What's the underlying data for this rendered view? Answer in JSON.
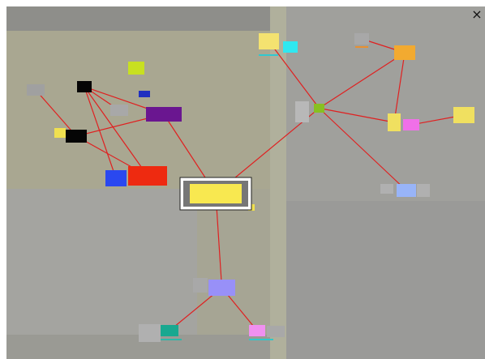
{
  "window": {
    "close_label": "×"
  },
  "graph": {
    "edge_color": "#e02020",
    "selection_color": "#ffffff",
    "nodes": [
      {
        "id": "n1",
        "name": "gray-node-left",
        "color": "#a0a0a0"
      },
      {
        "id": "n2",
        "name": "black-node-top",
        "color": "#050505"
      },
      {
        "id": "n3",
        "name": "lime-node",
        "color": "#c8e020"
      },
      {
        "id": "n4",
        "name": "small-blue-node",
        "color": "#2030c0"
      },
      {
        "id": "n5",
        "name": "gray-node-center-left",
        "color": "#a8a8a8"
      },
      {
        "id": "n6",
        "name": "purple-node",
        "color": "#6a1690"
      },
      {
        "id": "n7",
        "name": "yellow-tag-left",
        "color": "#f0e050"
      },
      {
        "id": "n8",
        "name": "black-node-mid",
        "color": "#050505"
      },
      {
        "id": "n9",
        "name": "blue-node",
        "color": "#2a48f0"
      },
      {
        "id": "n10",
        "name": "red-node",
        "color": "#ee2a10"
      },
      {
        "id": "n11",
        "name": "selected-yellow-node",
        "color": "#f8e850"
      },
      {
        "id": "n12",
        "name": "yellow-node-top",
        "color": "#f4e270"
      },
      {
        "id": "n13",
        "name": "cyan-node",
        "color": "#30e8f0"
      },
      {
        "id": "n14",
        "name": "gray-node-top-right",
        "color": "#a8a8a8"
      },
      {
        "id": "n15",
        "name": "orange-node",
        "color": "#f2aa30"
      },
      {
        "id": "n16",
        "name": "gray-hub-node",
        "color": "#b8b8b8"
      },
      {
        "id": "n17",
        "name": "green-hub-node",
        "color": "#88c020"
      },
      {
        "id": "n18",
        "name": "yellow-node-right",
        "color": "#f0e060"
      },
      {
        "id": "n19",
        "name": "magenta-node",
        "color": "#f070e8"
      },
      {
        "id": "n20",
        "name": "yellow-node-far-right",
        "color": "#f0e060"
      },
      {
        "id": "n21",
        "name": "light-blue-node",
        "color": "#98b4f8"
      },
      {
        "id": "n22",
        "name": "gray-node-bottom",
        "color": "#a8a8a8"
      },
      {
        "id": "n23",
        "name": "lavender-node",
        "color": "#9890f8"
      },
      {
        "id": "n24",
        "name": "gray-node-bottom-left",
        "color": "#b0b0b0"
      },
      {
        "id": "n25",
        "name": "teal-node",
        "color": "#18a890"
      },
      {
        "id": "n26",
        "name": "pink-node",
        "color": "#f090f0"
      },
      {
        "id": "n27",
        "name": "gray-node-bottom-right",
        "color": "#a8a8a8"
      }
    ],
    "edges": [
      [
        "n1",
        "n8"
      ],
      [
        "n2",
        "n5"
      ],
      [
        "n2",
        "n6"
      ],
      [
        "n2",
        "n9"
      ],
      [
        "n2",
        "n10"
      ],
      [
        "n8",
        "n6"
      ],
      [
        "n8",
        "n10"
      ],
      [
        "n6",
        "n11"
      ],
      [
        "n11",
        "n17"
      ],
      [
        "n17",
        "n12"
      ],
      [
        "n17",
        "n15"
      ],
      [
        "n17",
        "n18"
      ],
      [
        "n17",
        "n21"
      ],
      [
        "n14",
        "n15"
      ],
      [
        "n15",
        "n18"
      ],
      [
        "n19",
        "n20"
      ],
      [
        "n11",
        "n23"
      ],
      [
        "n23",
        "n25"
      ],
      [
        "n23",
        "n26"
      ]
    ]
  }
}
